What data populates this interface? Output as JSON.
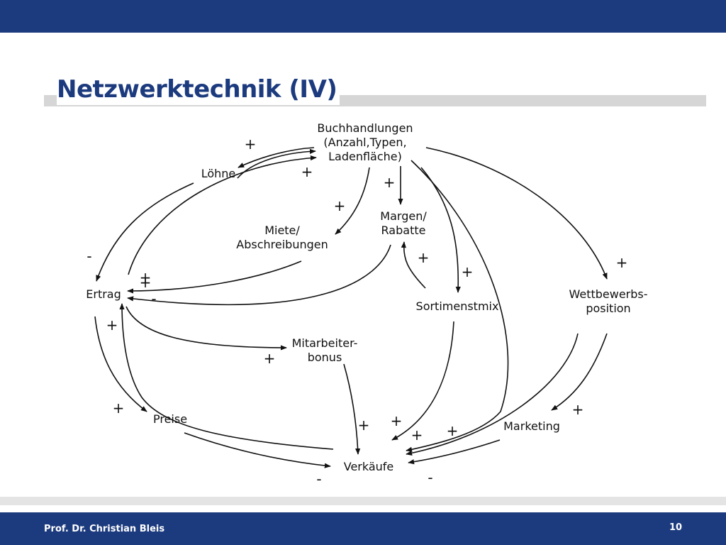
{
  "slide": {
    "title": "Netzwerktechnik (IV)",
    "author": "Prof. Dr. Christian Bleis",
    "page_number": "10",
    "colors": {
      "brand": "#1c3a7e",
      "rule": "#d6d6d6",
      "ink": "#111111"
    }
  },
  "diagram": {
    "nodes": {
      "buchhandlungen": [
        "Buchhandlungen",
        "(Anzahl,Typen,",
        "Ladenfläche)"
      ],
      "loehne": [
        "Löhne"
      ],
      "miete": [
        "Miete/",
        "Abschreibungen"
      ],
      "margen": [
        "Margen/",
        "Rabatte"
      ],
      "ertrag": [
        "Ertrag"
      ],
      "sortimentsmix": [
        "Sortimenstmix"
      ],
      "wettbewerb": [
        "Wettbewerbs-",
        "position"
      ],
      "mitarbeiter": [
        "Mitarbeiter-",
        "bonus"
      ],
      "preise": [
        "Preise"
      ],
      "marketing": [
        "Marketing"
      ],
      "verkaeufe": [
        "Verkäufe"
      ]
    },
    "edges": [
      {
        "from": "buchhandlungen",
        "to": "loehne",
        "sign": "+"
      },
      {
        "from": "loehne",
        "to": "buchhandlungen",
        "sign": "+"
      },
      {
        "from": "buchhandlungen",
        "to": "miete",
        "sign": "+"
      },
      {
        "from": "buchhandlungen",
        "to": "margen",
        "sign": "+"
      },
      {
        "from": "buchhandlungen",
        "to": "sortimentsmix",
        "sign": "+"
      },
      {
        "from": "buchhandlungen",
        "to": "wettbewerb",
        "sign": "+"
      },
      {
        "from": "buchhandlungen",
        "to": "verkaeufe",
        "sign": "+"
      },
      {
        "from": "loehne",
        "to": "ertrag",
        "sign": "-"
      },
      {
        "from": "ertrag",
        "to": "buchhandlungen",
        "sign": "+"
      },
      {
        "from": "miete",
        "to": "ertrag",
        "sign": "-"
      },
      {
        "from": "margen",
        "to": "ertrag",
        "sign": "+"
      },
      {
        "from": "sortimentsmix",
        "to": "margen",
        "sign": "+"
      },
      {
        "from": "ertrag",
        "to": "mitarbeiter",
        "sign": "+"
      },
      {
        "from": "mitarbeiter",
        "to": "verkaeufe",
        "sign": "+"
      },
      {
        "from": "ertrag",
        "to": "preise",
        "sign": "+"
      },
      {
        "from": "preise",
        "to": "verkaeufe",
        "sign": "-"
      },
      {
        "from": "verkaeufe",
        "to": "ertrag",
        "sign": "+"
      },
      {
        "from": "sortimentsmix",
        "to": "verkaeufe",
        "sign": "+"
      },
      {
        "from": "wettbewerb",
        "to": "verkaeufe",
        "sign": "+"
      },
      {
        "from": "wettbewerb",
        "to": "marketing",
        "sign": "-"
      },
      {
        "from": "marketing",
        "to": "verkaeufe",
        "sign": "+"
      }
    ]
  }
}
